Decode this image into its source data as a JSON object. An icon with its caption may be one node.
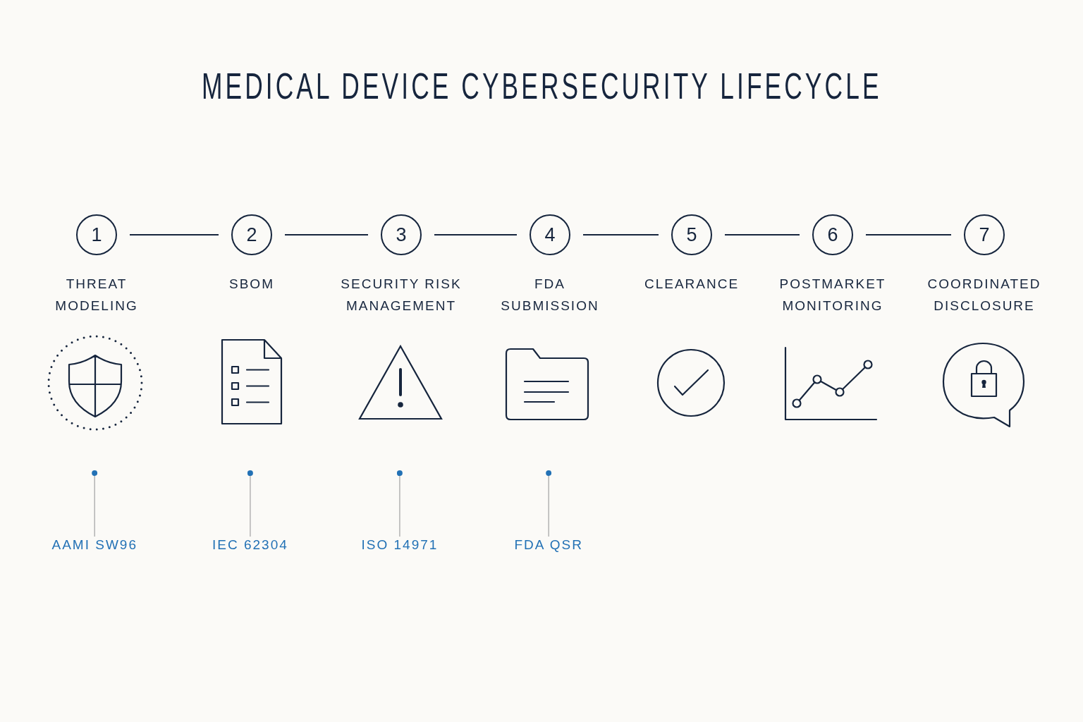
{
  "diagram": {
    "title": "MEDICAL DEVICE CYBERSECURITY LIFECYCLE",
    "nodes": [
      {
        "text": [
          "1"
        ],
        "beside": [
          "THREAT MODELING"
        ]
      },
      {
        "text": [
          "2"
        ],
        "beside": [
          "SBOM"
        ]
      },
      {
        "text": [
          "3"
        ],
        "beside": [
          "SECURITY RISK MANAGEMENT"
        ]
      },
      {
        "text": [
          "4"
        ],
        "beside": [
          "FDA SUBMISSION"
        ]
      },
      {
        "text": [
          "5"
        ],
        "beside": [
          "CLEARANCE"
        ]
      },
      {
        "text": [
          "6"
        ],
        "beside": [
          "POSTMARKET MONITORING"
        ]
      },
      {
        "text": [
          "7"
        ],
        "beside": [
          "COORDINATED DISCLOSURE"
        ]
      },
      {
        "text": [
          "AAMI SW96"
        ]
      },
      {
        "text": [
          "IEC 62304"
        ]
      },
      {
        "text": [
          "ISO 14971"
        ]
      },
      {
        "text": [
          "FDA QSR"
        ]
      }
    ],
    "edges": [
      {
        "from": 0,
        "to": 1,
        "arrow": "none"
      },
      {
        "from": 1,
        "to": 2,
        "arrow": "none"
      },
      {
        "from": 2,
        "to": 3,
        "arrow": "none"
      },
      {
        "from": 3,
        "to": 4,
        "arrow": "none"
      },
      {
        "from": 4,
        "to": 5,
        "arrow": "none"
      },
      {
        "from": 5,
        "to": 6,
        "arrow": "none"
      },
      {
        "from": 7,
        "to": null,
        "arrow": "other",
        "color": "#b3b3b3"
      },
      {
        "from": 8,
        "to": null,
        "arrow": "other",
        "color": "#b3b3b3"
      },
      {
        "from": 9,
        "to": null,
        "arrow": "other",
        "color": "#b3b3b3"
      },
      {
        "from": 10,
        "to": null,
        "arrow": "other",
        "color": "#b3b3b3"
      }
    ]
  }
}
